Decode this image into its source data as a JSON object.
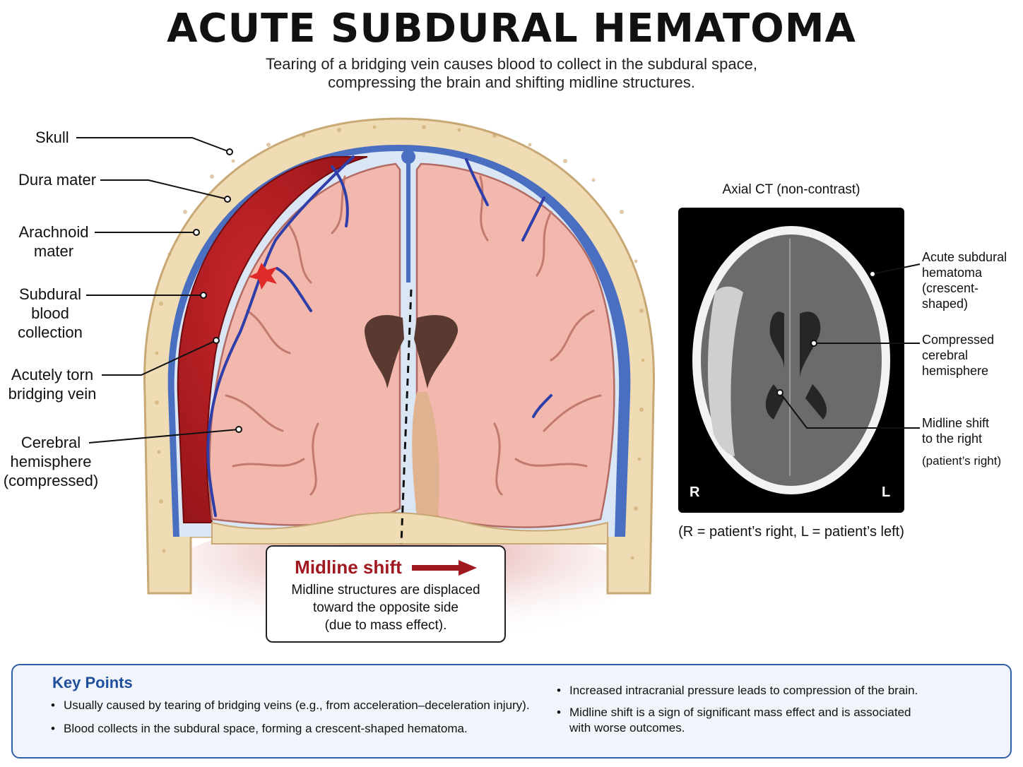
{
  "title": "ACUTE SUBDURAL HEMATOMA",
  "subtitle_lines": [
    "Tearing of a bridging vein causes blood to collect in the subdural space,",
    "compressing the brain and shifting midline structures."
  ],
  "labels": {
    "skull": "Skull",
    "dura": "Dura mater",
    "arachnoid": [
      "Arachnoid",
      "mater"
    ],
    "subdural": [
      "Subdural",
      "blood",
      "collection"
    ],
    "torn_vein": [
      "Acutely torn",
      "bridging vein"
    ],
    "hemisphere": [
      "Cerebral",
      "hemisphere",
      "(compressed)"
    ]
  },
  "midline_box": {
    "heading": "Midline shift",
    "lines": [
      "Midline structures are displaced",
      "toward the opposite side",
      "(due to mass effect)."
    ]
  },
  "ct": {
    "caption": "Axial CT (non-contrast)",
    "right_marker": "R",
    "left_marker": "L",
    "footnote": "(R = patient’s right, L = patient’s left)",
    "labels": {
      "hematoma": [
        "Acute subdural",
        "hematoma",
        "(crescent-shaped)"
      ],
      "compressed": [
        "Compressed",
        "cerebral",
        "hemisphere"
      ],
      "shift": [
        "Midline shift",
        "to the right"
      ],
      "shift_note": "(patient’s right)"
    }
  },
  "key_points": {
    "title": "Key Points",
    "left": [
      "Usually caused by tearing of bridging veins (e.g., from acceleration–deceleration injury).",
      "Blood collects in the subdural space, forming a crescent-shaped hematoma."
    ],
    "right": [
      "Increased intracranial pressure leads to compression of the brain.",
      "Midline shift is a sign of significant mass effect and is associated",
      "with worse outcomes."
    ]
  },
  "colors": {
    "hematoma": "#a8181c",
    "brain": "#f2b8ad",
    "skull": "#efdcb4",
    "dura": "#4a6fc0",
    "accent": "#a01820",
    "key_border": "#2e5fa8"
  }
}
